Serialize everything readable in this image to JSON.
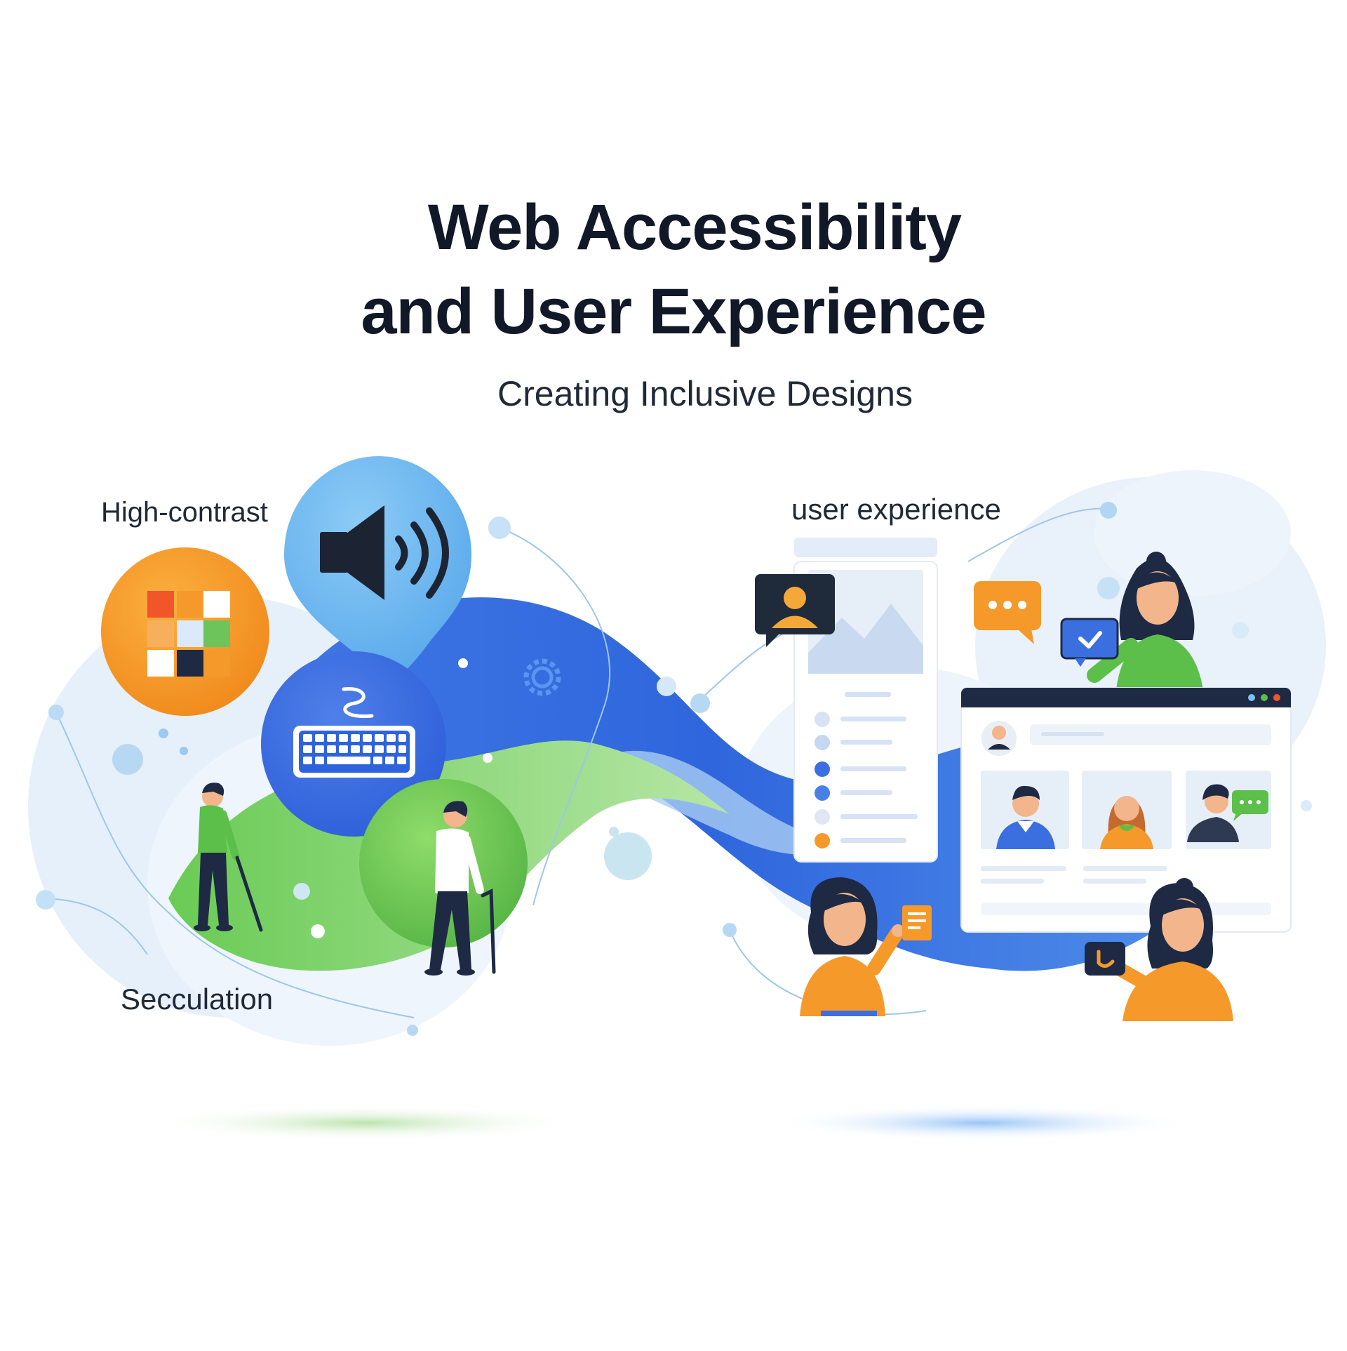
{
  "title_line1": "Web Accessibility",
  "title_line2": "and User Experience",
  "subtitle": "Creating Inclusive Designs",
  "labels": {
    "high_contrast": "High-contrast",
    "user_experience": "user experience",
    "secondary": "Secculation"
  },
  "icons": [
    "color-grid-icon",
    "speaker-icon",
    "keyboard-icon",
    "gear-icon",
    "chat-bubble-icon",
    "check-chat-icon",
    "video-call-icon"
  ],
  "colors": {
    "title": "#111827",
    "blue": "#3b6fe0",
    "light_blue": "#7cc0f5",
    "green": "#5cbf4a",
    "orange": "#f59a2a",
    "navy": "#1e2a44"
  }
}
